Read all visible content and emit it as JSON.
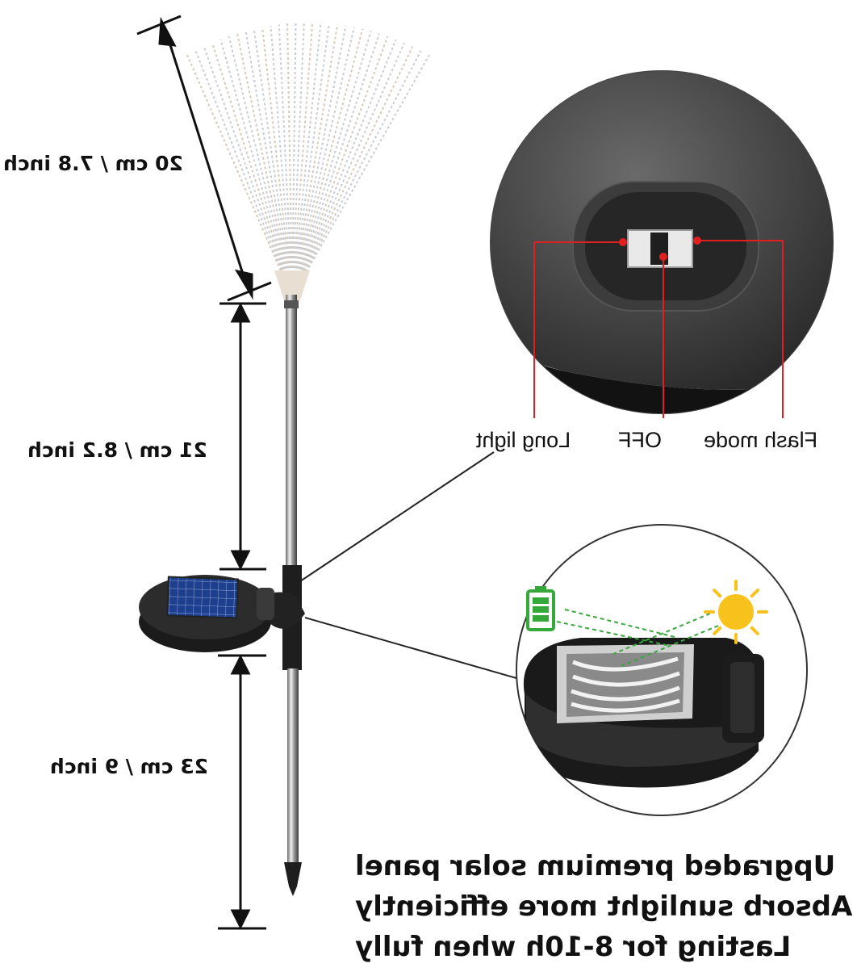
{
  "dimensions": {
    "top": "20 cm / 7.8 inch",
    "middle": "21 cm / 8.2 inch",
    "bottom": "23 cm / 9 inch"
  },
  "switch_modes": {
    "left": "Long light",
    "center": "OFF",
    "right": "Flash mode"
  },
  "caption_lines": [
    "Upgraded premium solar panel",
    "Absorb sunlight more efficiently",
    "Lasting for 8-10h when fully"
  ],
  "colors": {
    "accent": "#e02020",
    "sun": "#f7c21b",
    "battery": "#35a83a",
    "dark_body": "#2a2a2a"
  },
  "icons": [
    "battery-icon",
    "sun-icon"
  ]
}
